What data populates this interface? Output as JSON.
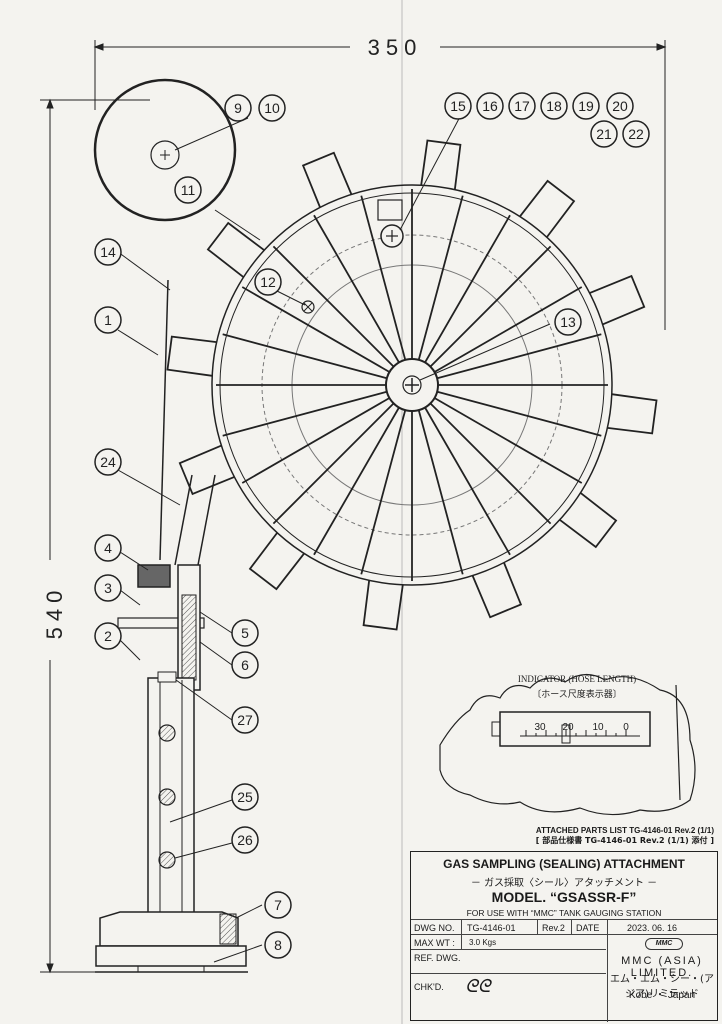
{
  "dimensions": {
    "width": "350",
    "height": "540"
  },
  "callouts": [
    "1",
    "2",
    "3",
    "4",
    "5",
    "6",
    "7",
    "8",
    "9",
    "10",
    "11",
    "12",
    "13",
    "14",
    "15",
    "16",
    "17",
    "18",
    "19",
    "20",
    "21",
    "22",
    "24",
    "25",
    "26",
    "27"
  ],
  "indicator": {
    "label_en": "INDICATOR (HOSE LENGTH)",
    "label_jp": "〔ホース尺度表示器〕",
    "scale": [
      "30",
      "20",
      "10",
      "0"
    ]
  },
  "parts_list": {
    "line1": "ATTACHED PARTS LIST TG-4146-01 Rev.2 (1/1)",
    "line2": "[ 部品仕様書  TG-4146-01 Rev.2 (1/1) 添付 ]"
  },
  "title_block": {
    "title": "GAS SAMPLING (SEALING) ATTACHMENT",
    "title_jp": "－ ガス採取〈シール〉アタッチメント －",
    "model": "MODEL. “GSASSR-F”",
    "for_use": "FOR USE WITH “MMC” TANK GAUGING STATION",
    "dwg_no_label": "DWG NO.",
    "dwg_no": "TG-4146-01",
    "rev": "Rev.2",
    "date_label": "DATE",
    "date": "2023. 06. 16",
    "max_wt_label": "MAX WT :",
    "max_wt": "3.0 Kgs",
    "ref_dwg_label": "REF. DWG.",
    "chkd_label": "CHK'D.",
    "logo": "MMC",
    "company": "MMC (ASIA) LIMITED.",
    "company_jp": "エム・エム・シー・(アジア)リミテッド",
    "location": "Kobe  ・  Japan"
  }
}
